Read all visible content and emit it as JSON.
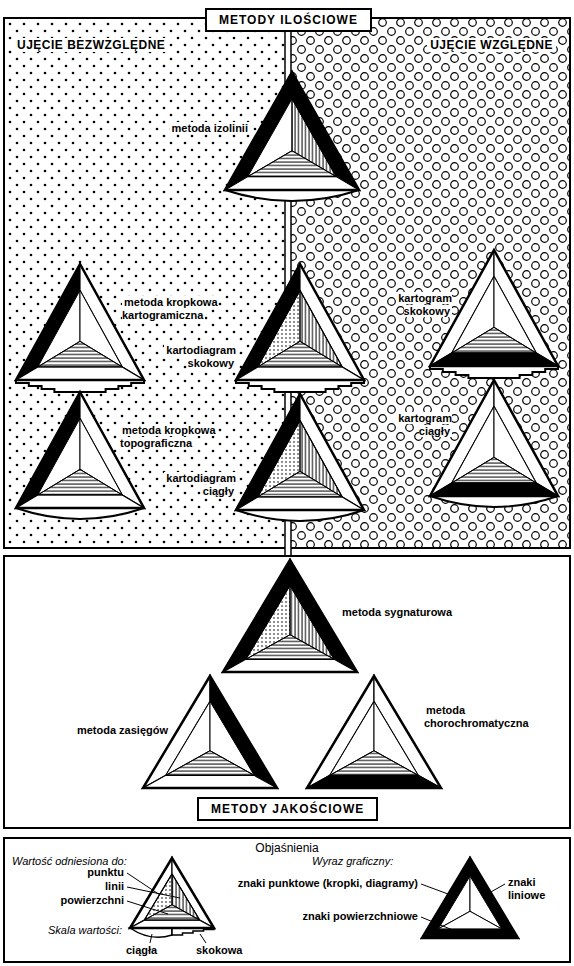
{
  "diagram": {
    "nodes": [
      {
        "text": [
          "METODY ILOŚCIOWE"
        ]
      },
      {
        "text": [
          "METODY JAKOŚCIOWE"
        ]
      }
    ],
    "labels": [
      "UJĘCIE BEZWZGLĘDNE",
      "UJĘCIE WZGLĘDNE",
      "metoda izolinii",
      "metoda kropkowa kartogramiczna",
      "kartodiagram skokowy",
      "kartogram skokowy",
      "metoda kropkowa topograficzna",
      "kartodiagram ciągły",
      "kartogram ciągły",
      "metoda sygnaturowa",
      "metoda zasięgów",
      "metoda chorochromatyczna",
      "Objaśnienia",
      "Wartość odniesiona do:",
      "Wyraz graficzny:",
      "Skala wartości:"
    ],
    "legend": [
      {
        "text": "punktu"
      },
      {
        "text": "linii"
      },
      {
        "text": "powierzchni"
      },
      {
        "text": "ciągła"
      },
      {
        "text": "skokowa"
      },
      {
        "text": "znaki punktowe (kropki, diagramy)"
      },
      {
        "text": "znaki powierzchniowe"
      },
      {
        "text": "znaki liniowe"
      }
    ]
  }
}
